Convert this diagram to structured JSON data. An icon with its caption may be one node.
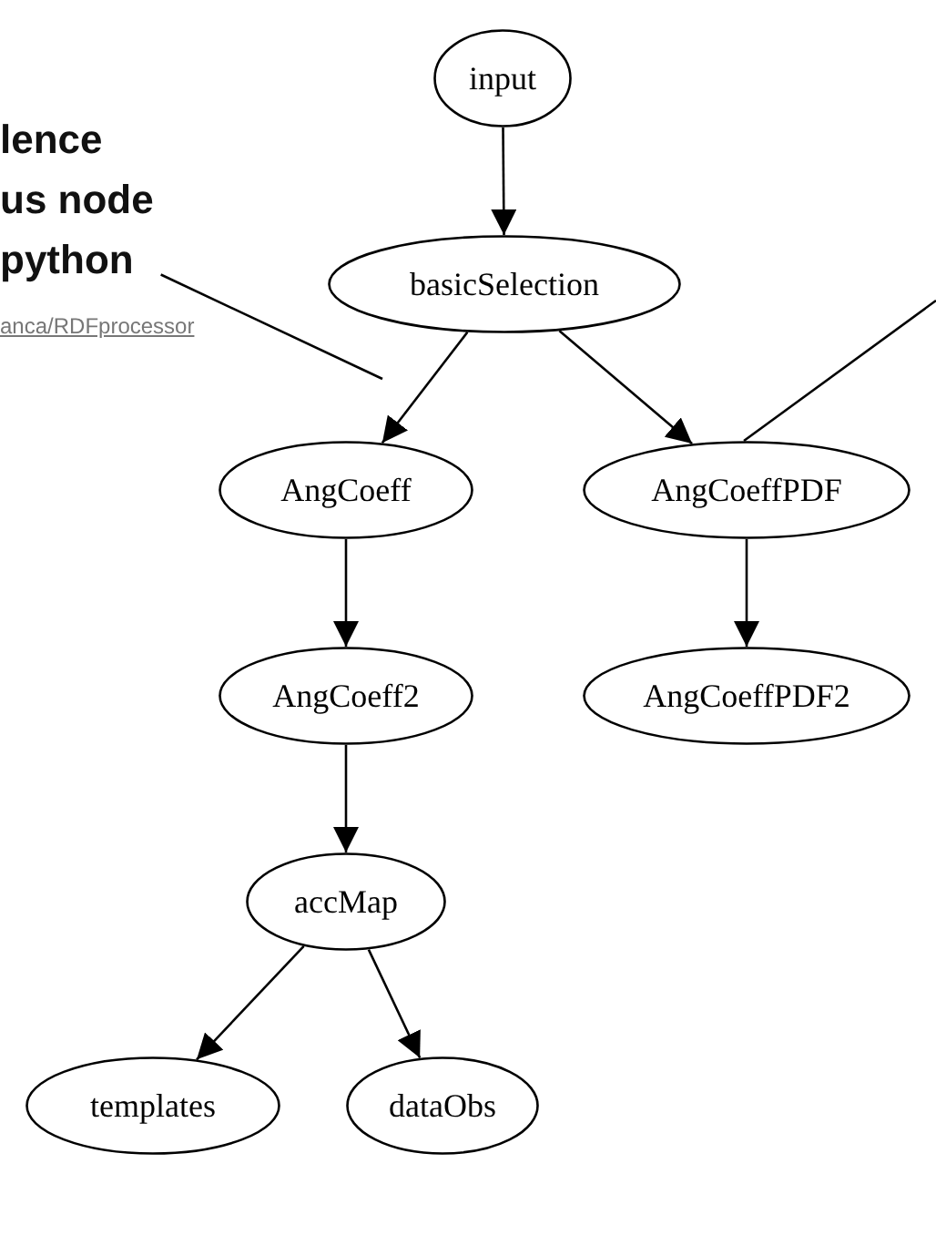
{
  "diagram": {
    "nodes": [
      {
        "text": [
          "lence",
          "us node",
          "python"
        ]
      },
      {
        "text": [
          "input"
        ]
      },
      {
        "text": [
          "basicSelection"
        ]
      },
      {
        "text": [
          "AngCoeff"
        ]
      },
      {
        "text": [
          "AngCoeffPDF"
        ]
      },
      {
        "text": [
          "AngCoeff2"
        ]
      },
      {
        "text": [
          "AngCoeffPDF2"
        ]
      },
      {
        "text": [
          "accMap"
        ]
      },
      {
        "text": [
          "templates"
        ]
      },
      {
        "text": [
          "dataObs"
        ]
      }
    ],
    "edges": [
      {
        "from": 1,
        "to": 2,
        "arrow": "to"
      },
      {
        "from": 2,
        "to": 3,
        "arrow": "to"
      },
      {
        "from": 2,
        "to": 4,
        "arrow": "to"
      },
      {
        "from": 3,
        "to": 5,
        "arrow": "to"
      },
      {
        "from": 4,
        "to": 6,
        "arrow": "to"
      },
      {
        "from": 5,
        "to": 7,
        "arrow": "to"
      },
      {
        "from": 7,
        "to": 8,
        "arrow": "to"
      },
      {
        "from": 7,
        "to": 9,
        "arrow": "to"
      },
      {
        "from": 0,
        "to": null,
        "arrow": "none"
      },
      {
        "from": null,
        "to": 4,
        "arrow": "none"
      }
    ],
    "labels": [
      "anca/RDFprocessor"
    ]
  }
}
